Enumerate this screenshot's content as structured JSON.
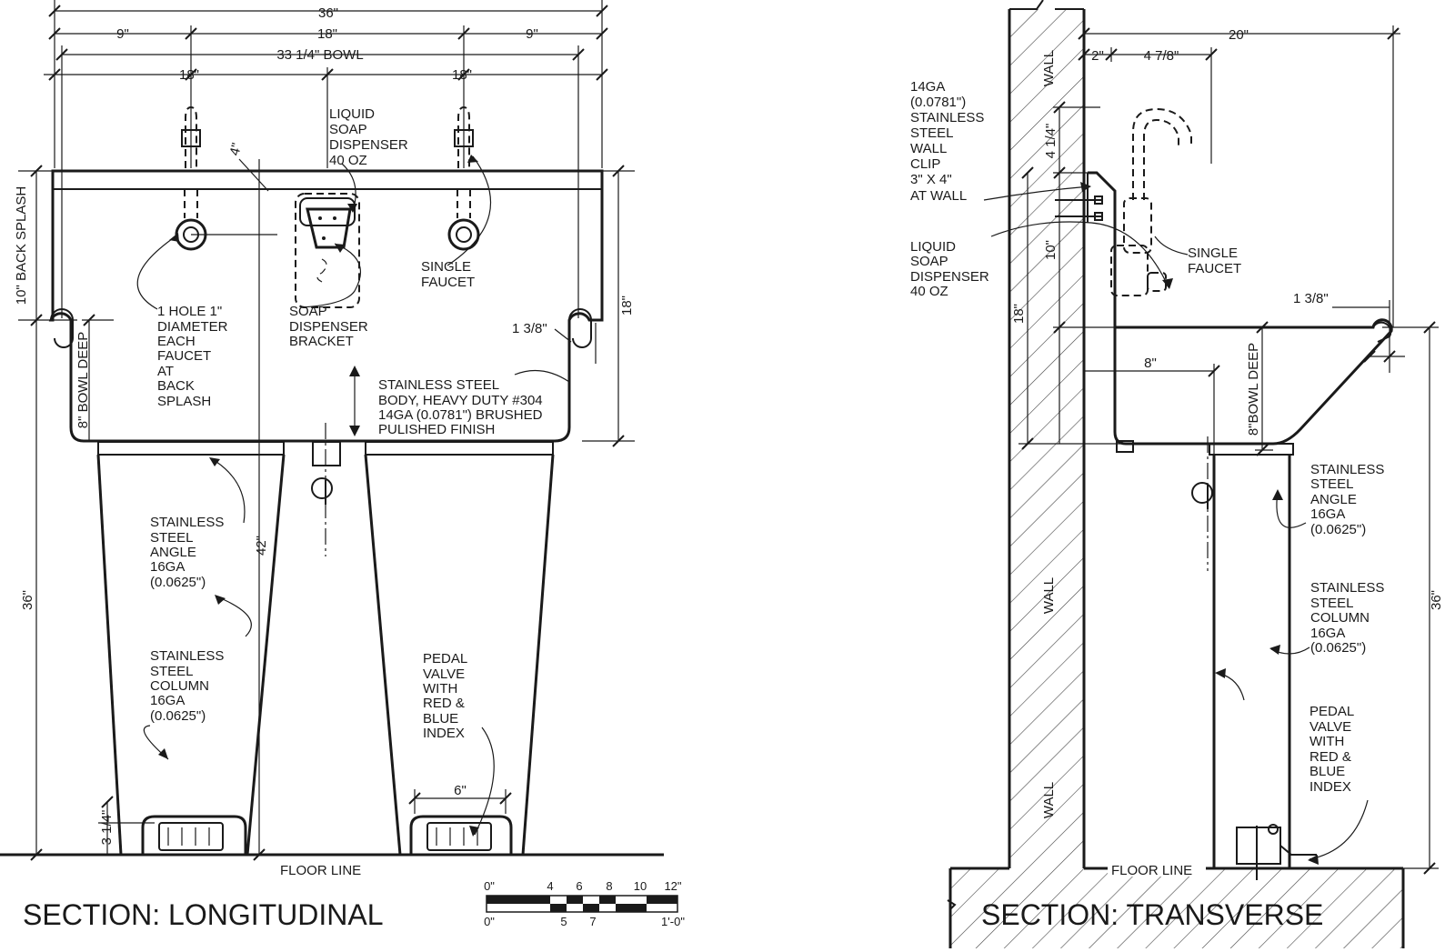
{
  "longitudinal": {
    "title": "SECTION: LONGITUDINAL",
    "dims": {
      "overall": "36\"",
      "left9": "9\"",
      "mid18": "18\"",
      "right9": "9\"",
      "bowl": "33 1/4\" BOWL",
      "left18": "18\"",
      "right18": "18\"",
      "four": "4\"",
      "backsplash": "10\" BACK SPLASH",
      "right18v": "18\"",
      "rim": "1 3/8\"",
      "bowldeep": "8\" BOWL DEEP",
      "h36": "36\"",
      "h42": "42\"",
      "six": "6\"",
      "pedal": "3 1/4\""
    },
    "labels": {
      "soap": [
        "LIQUID",
        "SOAP",
        "DISPENSER",
        "40 OZ"
      ],
      "faucet": [
        "SINGLE",
        "FAUCET"
      ],
      "hole": [
        "1 HOLE 1\"",
        "DIAMETER",
        "EACH",
        "FAUCET",
        "AT",
        "BACK",
        "SPLASH"
      ],
      "bracket": [
        "SOAP",
        "DISPENSER",
        "BRACKET"
      ],
      "body": [
        "STAINLESS STEEL",
        "BODY, HEAVY DUTY #304",
        "14GA (0.0781\") BRUSHED",
        "PULISHED FINISH"
      ],
      "angle": [
        "STAINLESS",
        "STEEL",
        "ANGLE",
        "16GA",
        "(0.0625\")"
      ],
      "column": [
        "STAINLESS",
        "STEEL",
        "COLUMN",
        "16GA",
        "(0.0625\")"
      ],
      "pedal": [
        "PEDAL",
        "VALVE",
        "WITH",
        "RED &",
        "BLUE",
        "INDEX"
      ],
      "floor": "FLOOR LINE",
      "cl": "CL"
    }
  },
  "transverse": {
    "title": "SECTION: TRANSVERSE",
    "dims": {
      "twenty": "20\"",
      "two": "2\"",
      "fourseven": "4 7/8\"",
      "fourquarter": "4 1/4\"",
      "ten": "10\"",
      "eighteen": "18\"",
      "rim": "1 3/8\"",
      "eight": "8\"",
      "bowldeep": "8\"BOWL DEEP",
      "h36": "36\""
    },
    "labels": {
      "clip": [
        "14GA",
        "(0.0781\")",
        "STAINLESS",
        "STEEL",
        "WALL",
        "CLIP",
        "3\" X 4\"",
        "AT WALL"
      ],
      "soap": [
        "LIQUID",
        "SOAP",
        "DISPENSER",
        "40 OZ"
      ],
      "faucet": [
        "SINGLE",
        "FAUCET"
      ],
      "angle": [
        "STAINLESS",
        "STEEL",
        "ANGLE",
        "16GA",
        "(0.0625\")"
      ],
      "column": [
        "STAINLESS",
        "STEEL",
        "COLUMN",
        "16GA",
        "(0.0625\")"
      ],
      "pedal": [
        "PEDAL",
        "VALVE",
        "WITH",
        "RED &",
        "BLUE",
        "INDEX"
      ],
      "wall": "WALL",
      "floor": "FLOOR LINE",
      "cl": "CL"
    }
  },
  "scale": {
    "top": [
      "0\"",
      "4",
      "6",
      "8",
      "10",
      "12\""
    ],
    "bottom": [
      "0\"",
      "5",
      "7",
      "1'-0\""
    ]
  }
}
